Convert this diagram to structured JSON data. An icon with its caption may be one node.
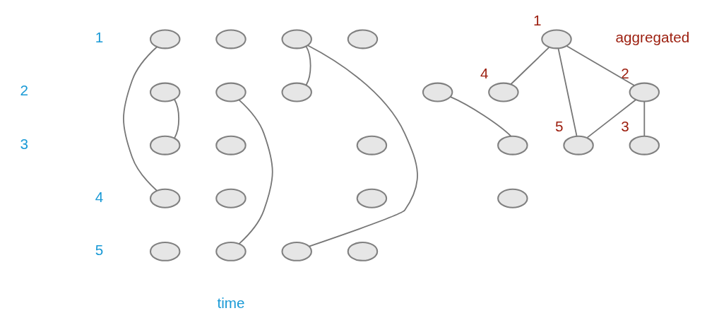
{
  "diagram": {
    "nodes": [
      {
        "text": [],
        "shape": "ellipse"
      },
      {
        "text": [],
        "shape": "ellipse"
      },
      {
        "text": [],
        "shape": "ellipse"
      },
      {
        "text": [],
        "shape": "ellipse"
      },
      {
        "text": [],
        "shape": "ellipse"
      },
      {
        "text": [],
        "shape": "ellipse"
      },
      {
        "text": [],
        "shape": "ellipse"
      },
      {
        "text": [],
        "shape": "ellipse"
      },
      {
        "text": [],
        "shape": "ellipse"
      },
      {
        "text": [],
        "shape": "ellipse"
      },
      {
        "text": [],
        "shape": "ellipse"
      },
      {
        "text": [],
        "shape": "ellipse"
      },
      {
        "text": [],
        "shape": "ellipse"
      },
      {
        "text": [],
        "shape": "ellipse"
      },
      {
        "text": [],
        "shape": "ellipse"
      },
      {
        "text": [],
        "shape": "ellipse"
      },
      {
        "text": [],
        "shape": "ellipse"
      },
      {
        "text": [],
        "shape": "ellipse"
      },
      {
        "text": [],
        "shape": "ellipse"
      },
      {
        "text": [],
        "shape": "ellipse"
      },
      {
        "text": [],
        "shape": "ellipse",
        "beside": [
          "1"
        ]
      },
      {
        "text": [],
        "shape": "ellipse",
        "beside": [
          "2"
        ]
      },
      {
        "text": [],
        "shape": "ellipse",
        "beside": [
          "3"
        ]
      },
      {
        "text": [],
        "shape": "ellipse",
        "beside": [
          "4"
        ]
      },
      {
        "text": [],
        "shape": "ellipse",
        "beside": [
          "5"
        ]
      }
    ],
    "edges": [
      {
        "from": 0,
        "to": 3,
        "arrow": "none"
      },
      {
        "from": 1,
        "to": 2,
        "arrow": "none"
      },
      {
        "from": 6,
        "to": 9,
        "arrow": "none"
      },
      {
        "from": 10,
        "to": 11,
        "arrow": "none"
      },
      {
        "from": 10,
        "to": 14,
        "arrow": "none"
      },
      {
        "from": 16,
        "to": 17,
        "arrow": "none"
      },
      {
        "from": 20,
        "to": 21,
        "arrow": "none"
      },
      {
        "from": 20,
        "to": 23,
        "arrow": "none"
      },
      {
        "from": 20,
        "to": 24,
        "arrow": "none"
      },
      {
        "from": 21,
        "to": 22,
        "arrow": "none"
      },
      {
        "from": 21,
        "to": 24,
        "arrow": "none"
      }
    ],
    "labels": [
      "1",
      "2",
      "3",
      "4",
      "5",
      "aggregated",
      "time"
    ]
  }
}
